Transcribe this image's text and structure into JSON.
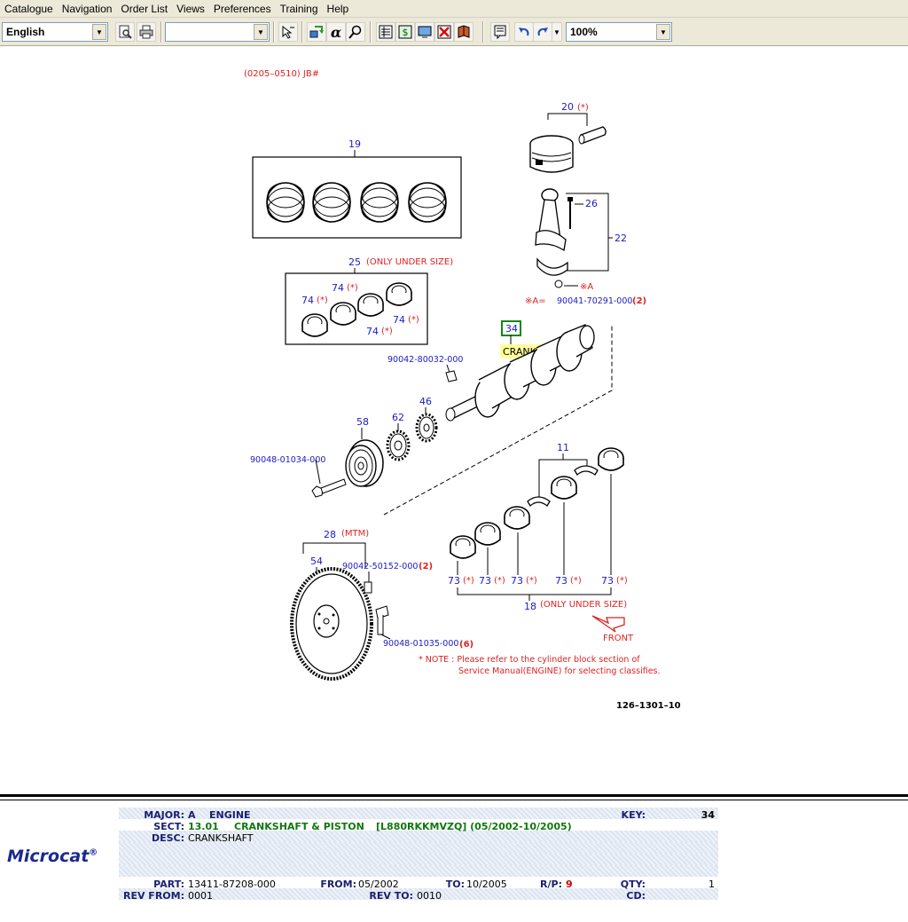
{
  "menu": [
    "Catalogue",
    "Navigation",
    "Order List",
    "Views",
    "Preferences",
    "Training",
    "Help"
  ],
  "toolbar": {
    "language": "English",
    "blank_combo": "",
    "zoom": "100%"
  },
  "diagram": {
    "header_code": "(0205–0510) JB#",
    "drawing_ref": "126–1301–10",
    "labels": {
      "l19": "19",
      "l20": "20",
      "l20s": "(*)",
      "l26": "26",
      "l22": "22",
      "l25": "25",
      "l25n": "(ONLY UNDER SIZE)",
      "l74a": "74",
      "l74b": "74",
      "l74c": "74",
      "l74d": "74",
      "star": "(*)",
      "xa": "※A",
      "xa_eq": "※A=",
      "p90041": "90041-70291-000",
      "q2a": "(2)",
      "l34": "34",
      "tooltip": "CRANKSHAFT",
      "p90042a": "90042-80032-000",
      "l58": "58",
      "l62": "62",
      "l46": "46",
      "p90048a": "90048-01034-000",
      "l11": "11",
      "l28": "28",
      "mtm": "(MTM)",
      "l54": "54",
      "p90042b": "90042-50152-000",
      "q2b": "(2)",
      "l73": "73",
      "l18": "18",
      "l18n": "(ONLY UNDER SIZE)",
      "front": "FRONT",
      "p90048b": "90048-01035-000",
      "q6": "(6)",
      "note1": "* NOTE : Please refer to the cylinder block section of",
      "note2": "Service Manual(ENGINE) for selecting classifies."
    }
  },
  "info": {
    "logo": "Microcat",
    "major_label": "MAJOR:",
    "major_code": "A",
    "major_name": "ENGINE",
    "sect_label": "SECT:",
    "sect_code": "13.01",
    "sect_name": "CRANKSHAFT & PISTON",
    "sect_model": "[L880RKKMVZQ] (05/2002-10/2005)",
    "desc_label": "DESC:",
    "desc": "CRANKSHAFT",
    "key_label": "KEY:",
    "key": "34",
    "part_label": "PART:",
    "part": "13411-87208-000",
    "from_label": "FROM:",
    "from": "05/2002",
    "to_label": "TO:",
    "to": "10/2005",
    "rp_label": "R/P:",
    "rp": "9",
    "qty_label": "QTY:",
    "qty": "1",
    "revfrom_label": "REV FROM:",
    "revfrom": "0001",
    "revto_label": "REV TO:",
    "revto": "0010",
    "cd_label": "CD:",
    "cd": ""
  },
  "colors": {
    "label_blue": "#1a1acc",
    "label_red": "#dd2222",
    "part_no_blue": "#1a1acc",
    "highlight_green": "#118811",
    "tooltip_bg": "#ffff99"
  }
}
